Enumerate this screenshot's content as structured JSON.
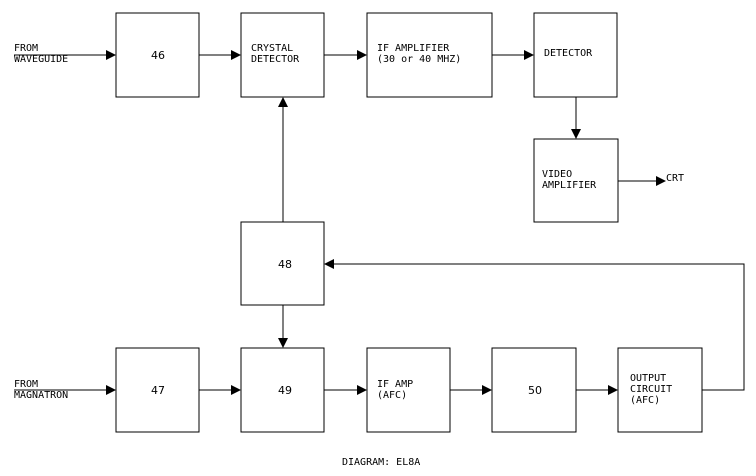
{
  "inputs": {
    "waveguide": [
      "FROM",
      "WAVEGUIDE"
    ],
    "magnatron": [
      "FROM",
      "MAGNATRON"
    ]
  },
  "blocks": {
    "b46": [
      "46"
    ],
    "crystal": [
      "CRYSTAL",
      "DETECTOR"
    ],
    "if_amp": [
      "IF AMPLIFIER",
      "(30 or 40 MHZ)"
    ],
    "detector": [
      "DETECTOR"
    ],
    "video": [
      "VIDEO",
      "AMPLIFIER"
    ],
    "b48": [
      "48"
    ],
    "b47": [
      "47"
    ],
    "b49": [
      "49"
    ],
    "if_afc": [
      "IF AMP",
      "(AFC)"
    ],
    "b50": [
      "50"
    ],
    "output": [
      "OUTPUT",
      "CIRCUIT",
      "(AFC)"
    ]
  },
  "outputs": {
    "crt": "CRT"
  },
  "caption": "DIAGRAM: EL8A"
}
